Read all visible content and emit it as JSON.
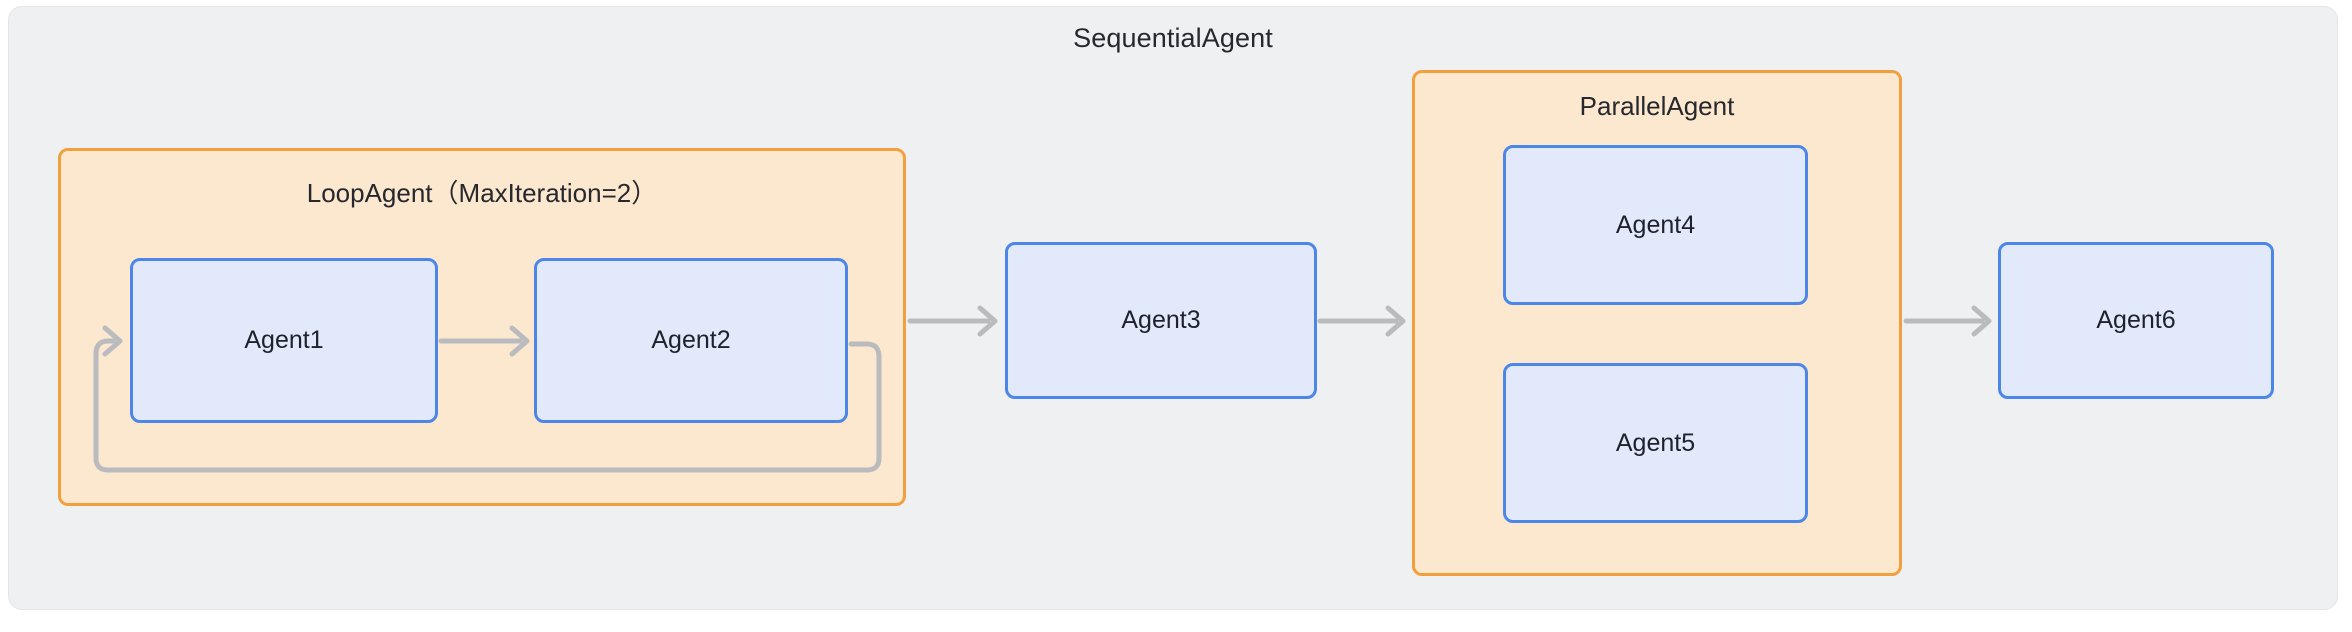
{
  "diagram": {
    "title": "SequentialAgent",
    "background_color": "#eff0f2",
    "groups": [
      {
        "id": "loop",
        "label": "LoopAgent（MaxIteration=2）",
        "fill_color": "#fce8cf",
        "border_color": "#f2a03d",
        "children": [
          "Agent1",
          "Agent2"
        ]
      },
      {
        "id": "parallel",
        "label": "ParallelAgent",
        "fill_color": "#fce8cf",
        "border_color": "#f2a03d",
        "children": [
          "Agent4",
          "Agent5"
        ]
      }
    ],
    "nodes": [
      {
        "id": "agent1",
        "label": "Agent1",
        "fill_color": "#e2e9fb",
        "border_color": "#4c86e8"
      },
      {
        "id": "agent2",
        "label": "Agent2",
        "fill_color": "#e2e9fb",
        "border_color": "#4c86e8"
      },
      {
        "id": "agent3",
        "label": "Agent3",
        "fill_color": "#e2e9fb",
        "border_color": "#4c86e8"
      },
      {
        "id": "agent4",
        "label": "Agent4",
        "fill_color": "#e2e9fb",
        "border_color": "#4c86e8"
      },
      {
        "id": "agent5",
        "label": "Agent5",
        "fill_color": "#e2e9fb",
        "border_color": "#4c86e8"
      },
      {
        "id": "agent6",
        "label": "Agent6",
        "fill_color": "#e2e9fb",
        "border_color": "#4c86e8"
      }
    ],
    "edges": [
      {
        "id": "e1",
        "from": "Agent1",
        "to": "Agent2",
        "kind": "straight-arrow"
      },
      {
        "id": "e2",
        "from": "Agent2",
        "to": "Agent1",
        "kind": "loopback-arrow"
      },
      {
        "id": "e3",
        "from": "LoopAgent",
        "to": "Agent3",
        "kind": "straight-arrow"
      },
      {
        "id": "e4",
        "from": "Agent3",
        "to": "ParallelAgent",
        "kind": "straight-arrow"
      },
      {
        "id": "e5",
        "from": "ParallelAgent",
        "to": "Agent6",
        "kind": "straight-arrow"
      }
    ],
    "edge_color": "#b9bbbf"
  }
}
